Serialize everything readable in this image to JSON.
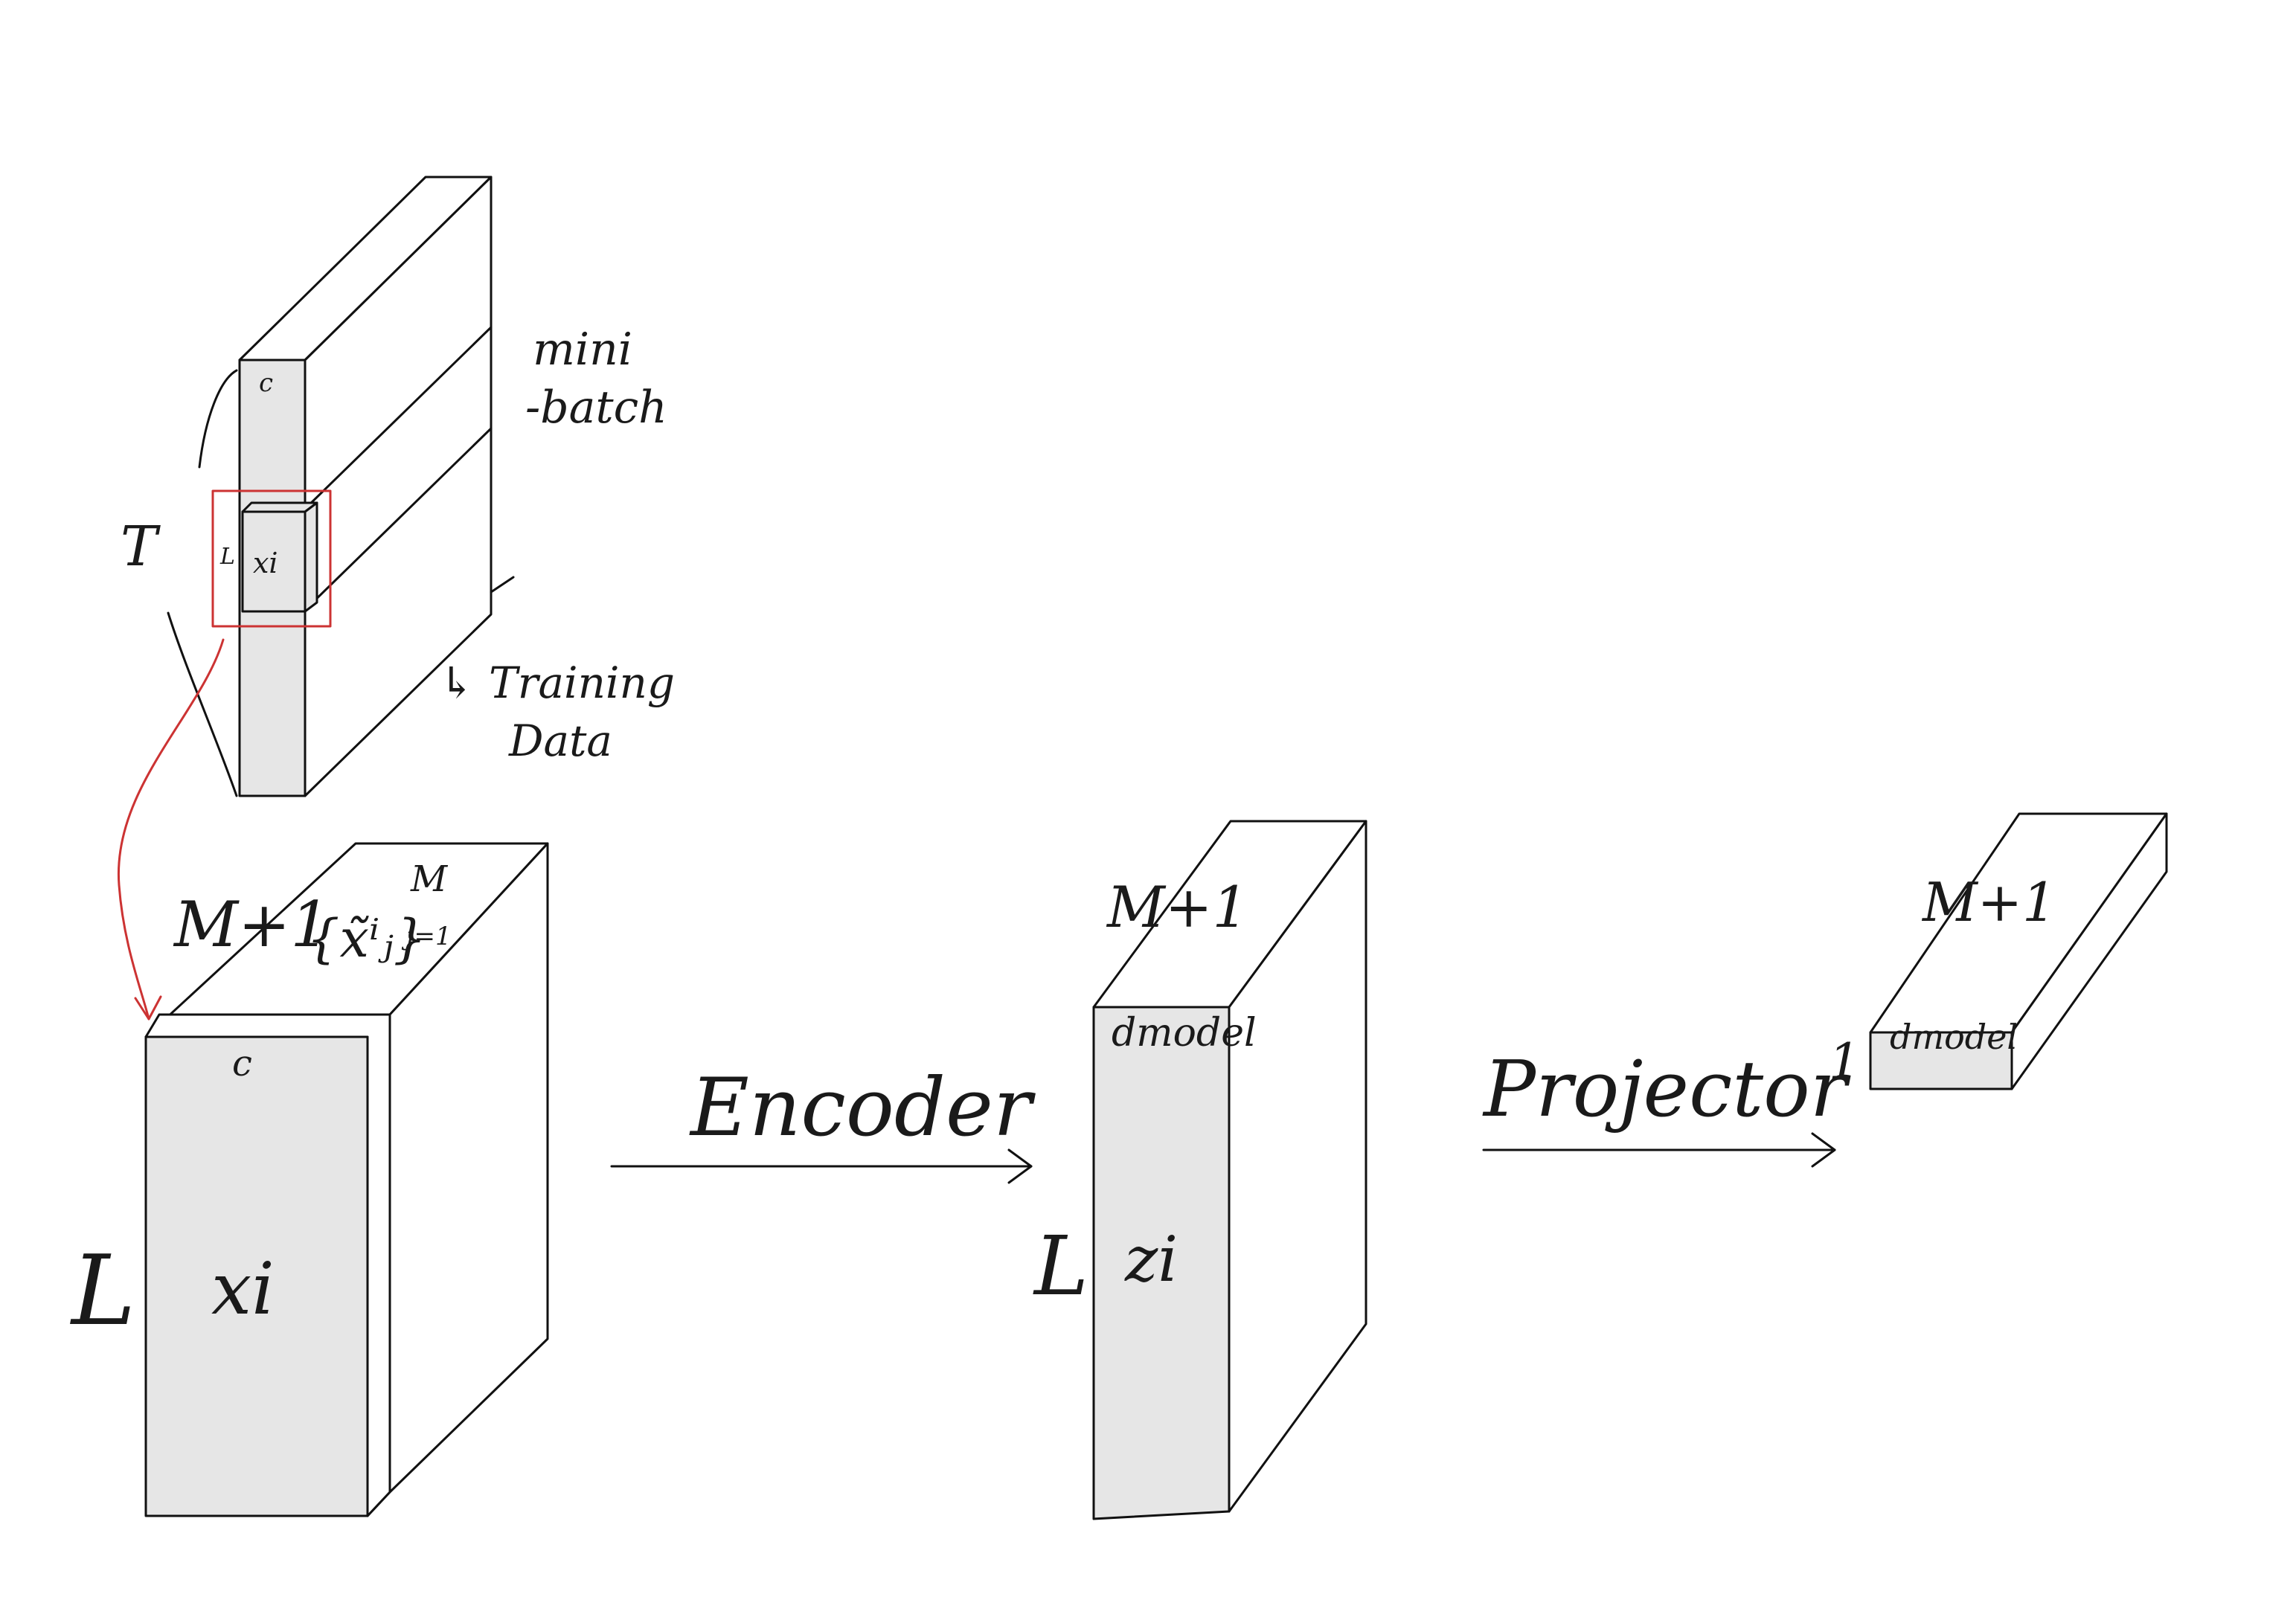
{
  "labels": {
    "training_block": {
      "channel": "c",
      "time_length": "T",
      "window_length": "L",
      "window_var": "xi",
      "minibatch": "mini",
      "minibatch_2": "-batch",
      "training_data": "↳ Training",
      "training_data_2": "Data"
    },
    "input_block": {
      "views": "M+1",
      "set_notation": "{x̃ⁱⱼ}",
      "set_upper": "M",
      "set_lower": "j=1",
      "channel": "c",
      "length": "L",
      "var": "xi"
    },
    "encoder_arrow": "Encoder",
    "encoded_block": {
      "views": "M+1",
      "dim": "dmodel",
      "length": "L",
      "var": "zi"
    },
    "projector_arrow": "Projector",
    "projected_block": {
      "views": "M+1",
      "dim": "dmodel",
      "length": "1"
    }
  },
  "colors": {
    "ink": "#111111",
    "face": "#e6e6e6",
    "highlight": "#cc3333"
  }
}
